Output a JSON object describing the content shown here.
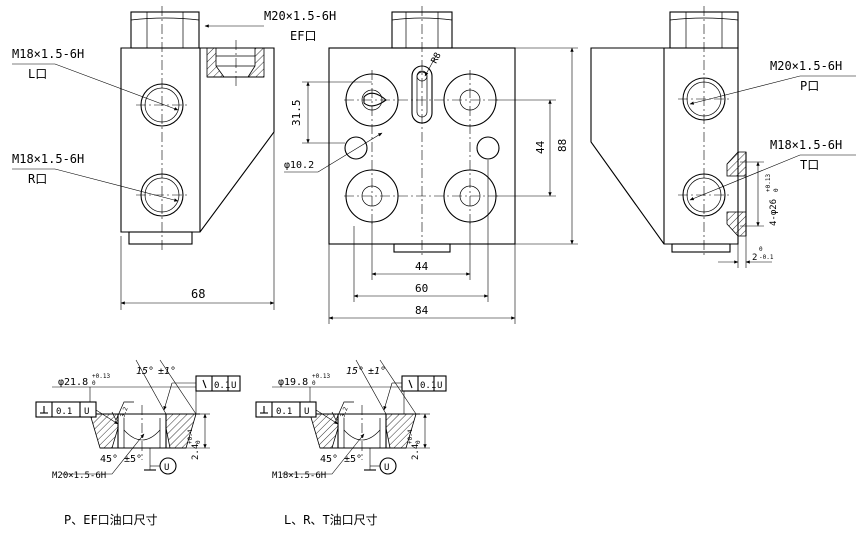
{
  "labels": {
    "ef_thread": "M20×1.5-6H",
    "ef_port": "EF口",
    "l_thread": "M18×1.5-6H",
    "l_port": "L口",
    "r_thread": "M18×1.5-6H",
    "r_port": "R口",
    "p_thread": "M20×1.5-6H",
    "p_port": "P口",
    "t_thread": "M18×1.5-6H",
    "t_port": "T口"
  },
  "dims": {
    "width_left": "68",
    "width_front": "84",
    "span_60": "60",
    "span_44_h": "44",
    "span_44_v": "44",
    "height_88": "88",
    "dim_31_5": "31.5",
    "hole_10_2": "φ10.2",
    "r8": "R8",
    "side_4x26": "4-φ26",
    "side_4x26_tol_up": "+0.13",
    "side_4x26_tol_dn": "0",
    "side_2": "2",
    "side_2_tol_up": "0",
    "side_2_tol_dn": "-0.1"
  },
  "details": {
    "left": {
      "dia": "φ21.8",
      "dia_tol_up": "+0.13",
      "dia_tol_dn": "0",
      "angle": "15°",
      "angle_tol": "±1°",
      "runout_val": "0.1",
      "runout_ref": "U",
      "perp_val": "0.1",
      "perp_ref": "U",
      "small_tol": "3.2",
      "chamfer": "45°",
      "chamfer_tol": "±5°",
      "thread": "M20×1.5-6H",
      "depth": "2.4",
      "depth_tol_up": "+0.4",
      "depth_tol_dn": "0",
      "datum": "U",
      "caption": "P、EF口油口尺寸"
    },
    "right": {
      "dia": "φ19.8",
      "dia_tol_up": "+0.13",
      "dia_tol_dn": "0",
      "angle": "15°",
      "angle_tol": "±1°",
      "runout_val": "0.1",
      "runout_ref": "U",
      "perp_val": "0.1",
      "perp_ref": "U",
      "small_tol": "3.2",
      "chamfer": "45°",
      "chamfer_tol": "±5°",
      "thread": "M18×1.5-6H",
      "depth": "2.4",
      "depth_tol_up": "+0.4",
      "depth_tol_dn": "0",
      "datum": "U",
      "caption": "L、R、T油口尺寸"
    }
  }
}
